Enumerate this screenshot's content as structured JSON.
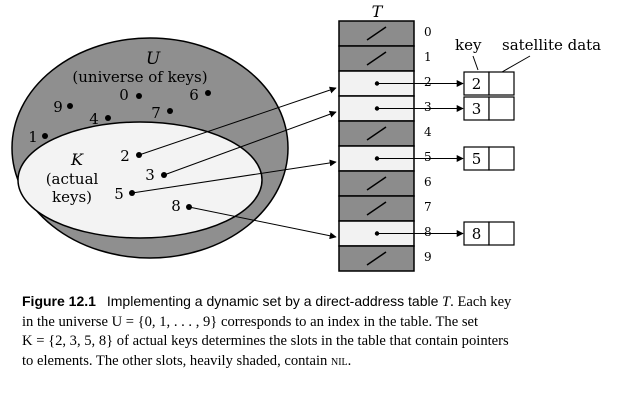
{
  "table": {
    "label": "T",
    "slots": [
      {
        "index": "0",
        "filled": false
      },
      {
        "index": "1",
        "filled": false
      },
      {
        "index": "2",
        "filled": true,
        "key": "2"
      },
      {
        "index": "3",
        "filled": true,
        "key": "3"
      },
      {
        "index": "4",
        "filled": false
      },
      {
        "index": "5",
        "filled": true,
        "key": "5"
      },
      {
        "index": "6",
        "filled": false
      },
      {
        "index": "7",
        "filled": false
      },
      {
        "index": "8",
        "filled": true,
        "key": "8"
      },
      {
        "index": "9",
        "filled": false
      }
    ]
  },
  "universe": {
    "label": "U",
    "sublabel": "(universe of keys)",
    "keys": [
      "0",
      "1",
      "4",
      "6",
      "7",
      "9"
    ]
  },
  "actual": {
    "label": "K",
    "sublabel_line1": "(actual",
    "sublabel_line2": "keys)",
    "keys": [
      "2",
      "3",
      "5",
      "8"
    ]
  },
  "element_header": {
    "key": "key",
    "satellite": "satellite data"
  },
  "colors": {
    "nil_slot": "#8c8c8c",
    "occupied_slot": "#f2f2f2",
    "universe_fill": "#8f8f8f",
    "actual_fill": "#f3f3f3"
  },
  "caption": {
    "figure_number": "Figure 12.1",
    "title": "Implementing a dynamic set by a direct-address table",
    "title_var": "T",
    "line1_rest": ". Each key",
    "line2": "in the universe U = {0, 1, . . . , 9} corresponds to an index in the table. The set",
    "line3": "K = {2, 3, 5, 8} of actual keys determines the slots in the table that contain pointers",
    "line4_pre": "to elements. The other slots, heavily shaded, contain ",
    "line4_nil": "nil",
    "line4_post": "."
  }
}
